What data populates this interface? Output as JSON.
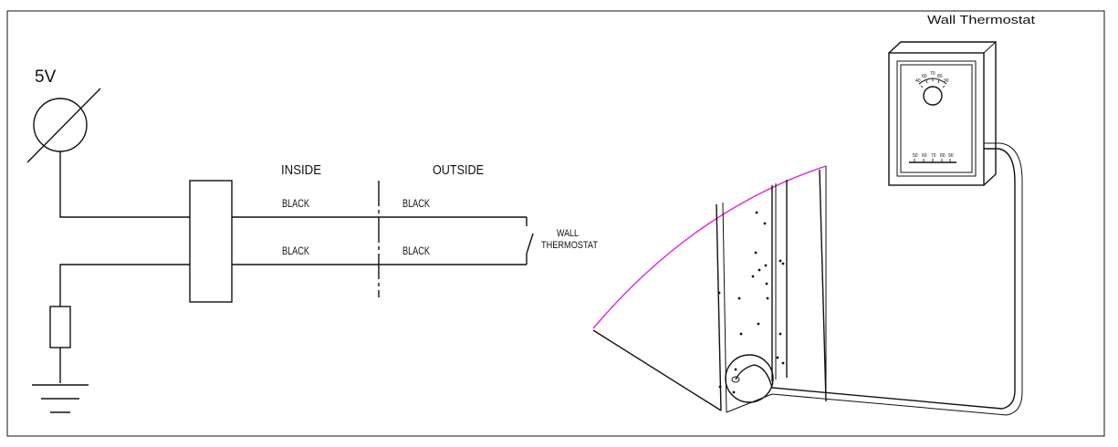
{
  "supply": {
    "voltage_label": "5V"
  },
  "zones": {
    "inside": "INSIDE",
    "outside": "OUTSIDE"
  },
  "wires": [
    {
      "inside_label": "BLACK",
      "outside_label": "BLACK"
    },
    {
      "inside_label": "BLACK",
      "outside_label": "BLACK"
    }
  ],
  "switch": {
    "line1": "WALL",
    "line2": "THERMOSTAT"
  },
  "thermostat": {
    "title": "Wall Thermostat",
    "dial_numbers": [
      "40",
      "60",
      "70",
      "80",
      "90"
    ],
    "scale_numbers": [
      "50",
      "60",
      "70",
      "80",
      "90"
    ]
  },
  "colors": {
    "line": "#111111",
    "panel_edge": "#e020e0"
  }
}
